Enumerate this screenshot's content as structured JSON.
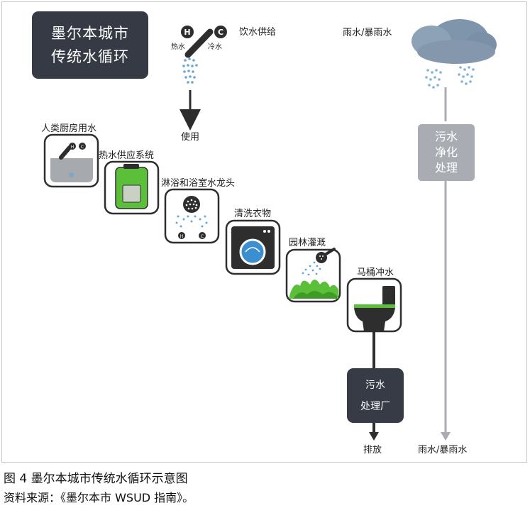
{
  "title": {
    "line1": "墨尔本城市",
    "line2": "传统水循环"
  },
  "labels": {
    "drinking_supply": "饮水供给",
    "hot": "热水",
    "cold": "冷水",
    "use": "使用",
    "rain_top": "雨水/暴雨水",
    "kitchen": "人类厨房用水",
    "hot_supply": "热水供应系统",
    "shower": "淋浴和浴室水龙头",
    "laundry": "清洗衣物",
    "garden": "园林灌溉",
    "toilet": "马桶冲水",
    "discharge": "排放",
    "rain_bottom": "雨水/暴雨水"
  },
  "purify": {
    "line1": "污水",
    "line2": "净化",
    "line3": "处理"
  },
  "sewage_plant": {
    "line1": "污水",
    "line2": "处理厂"
  },
  "icon_letters": {
    "hot": "H",
    "cold": "C"
  },
  "caption": "图 4  墨尔本城市传统水循环示意图",
  "source": "资料来源：《墨尔本市 WSUD 指南》。",
  "colors": {
    "dark": "#353a44",
    "gray": "#a9adb3",
    "water": "#6aa6d4",
    "green": "#5bbf3a"
  }
}
